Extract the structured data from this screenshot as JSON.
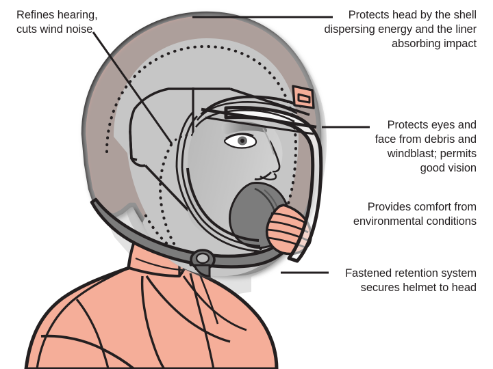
{
  "figure": {
    "title": "Motorcycle helmet anatomy cutaway diagram",
    "subject": "Rider wearing a full-face motorcycle helmet shown in left profile with cutaway revealing head, liner and shell"
  },
  "callouts": [
    {
      "id": "hearing",
      "text": "Refines hearing,\ncuts wind noise",
      "align": "left",
      "leader": "diagonal",
      "target": "ear / comfort liner region"
    },
    {
      "id": "shell",
      "text": "Protects head by the shell\ndispersing energy and the liner\nabsorbing impact",
      "align": "right",
      "leader": "horizontal",
      "target": "top of helmet shell"
    },
    {
      "id": "visor",
      "text": "Protects eyes and\nface from debris and\nwindblast; permits\ngood vision",
      "align": "right",
      "leader": "horizontal",
      "target": "face shield / visor"
    },
    {
      "id": "comfort",
      "text": "Provides comfort from\nenvironmental conditions",
      "align": "right",
      "leader": "none",
      "target": "comfort liner"
    },
    {
      "id": "retention",
      "text": "Fastened retention system\nsecures helmet to head",
      "align": "right",
      "leader": "horizontal",
      "target": "chin strap / retention system"
    }
  ],
  "colors": {
    "shell": "#F5AE99",
    "jacket": "#F5AE99",
    "liner": "#C6C6C6",
    "head": "#C6C6C6",
    "dark_gray": "#7C7C7C",
    "mid_gray": "#9A9A9A",
    "outline": "#231F20",
    "text": "#231F20",
    "background": "#FFFFFF",
    "shadow": "#BFBFBF"
  },
  "parts": [
    {
      "name": "outer-shell",
      "color": "#F5AE99"
    },
    {
      "name": "impact-liner",
      "color": "#C6C6C6"
    },
    {
      "name": "comfort-liner-dotted-line",
      "color": "#231F20"
    },
    {
      "name": "face-shield",
      "color": "#FFFFFF"
    },
    {
      "name": "chin-vent",
      "color": "#F5AE99"
    },
    {
      "name": "chin-strap",
      "color": "#7C7C7C"
    },
    {
      "name": "riders-jacket",
      "color": "#F5AE99"
    },
    {
      "name": "riders-head",
      "color": "#C6C6C6"
    }
  ]
}
